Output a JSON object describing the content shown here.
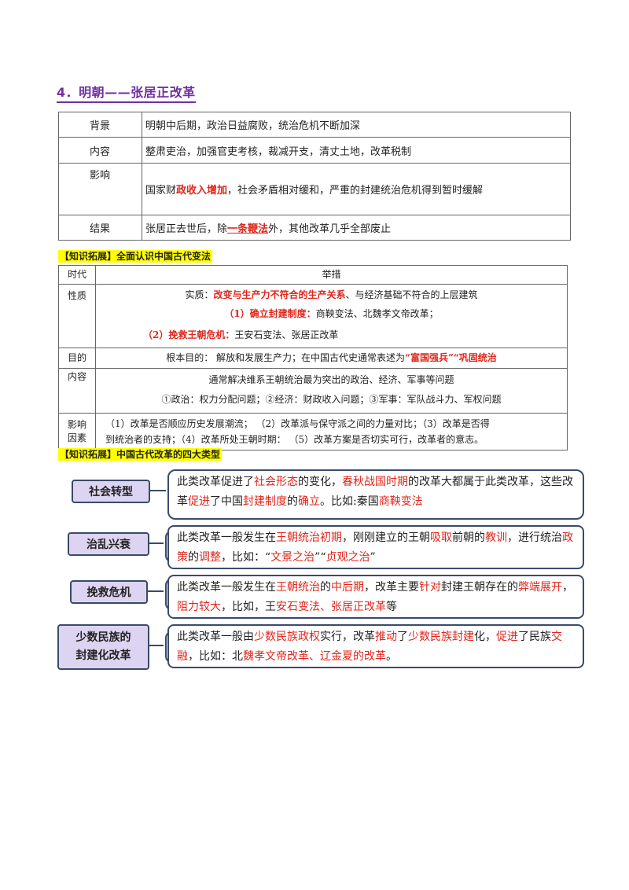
{
  "section_title": "4．明朝——张居正改革",
  "table1": {
    "rows": [
      {
        "key": "背景",
        "value": "明朝中后期，政治日益腐败，统治危机不断加深"
      },
      {
        "key": "内容",
        "value": "整肃吏治，加强官吏考核，裁减开支，清丈土地，改革税制"
      },
      {
        "key": "影响",
        "value_pre": "国家财",
        "value_hl": "政收入增加",
        "value_post": "，社会矛盾相对缓和，严重的封建统治危机得到暂时缓解"
      },
      {
        "key": "结果",
        "value_pre": "张居正去世后，除",
        "value_hl": "一条鞭法",
        "value_post": "外，其他改革几乎全部废止"
      }
    ]
  },
  "tag1": "【知识拓展】全面认识中国古代变法",
  "table2": {
    "header": {
      "col1": "时代",
      "col2": "举措"
    },
    "nature": {
      "key": "性质",
      "l1_pre": "实质：",
      "l1_hl": "改变与生产力不符合的生产关系",
      "l1_post": "、与经济基础不符合的上层建筑",
      "l2_hl": "（1）确立封建制度：",
      "l2_post": "商鞅变法、北魏孝文帝改革；",
      "l3_hl": "（2）挽救王朝危机：",
      "l3_post": "王安石变法、张居正改革"
    },
    "purpose": {
      "key": "目的",
      "pre": "根本目的：  解放和发展生产力；在中国古代史通常表述为",
      "hl1": "“富国强兵”",
      "hl2": "“巩固统治"
    },
    "content": {
      "key": "内容",
      "l1": "通常解决维系王朝统治最为突出的政治、经济、军事等问题",
      "l2": "①政治：权力分配问题；②经济：财政收入问题；③军事：军队战斗力、军权问题"
    },
    "factors": {
      "key1": "影响",
      "key2": "因素",
      "l1": "（1）改革是否顺应历史发展潮流；  （2）改革派与保守派之间的力量对比；（3）改革是否得",
      "l2": "到统治者的支持；（4）改革所处王朝时期：  （5）改革方案是否切实可行，改革者的意志。"
    }
  },
  "tag2": "【知识拓展】中国古代改革的四大类型",
  "diagram": {
    "items": [
      {
        "label": "社会转型"
      },
      {
        "label": "治乱兴衰"
      },
      {
        "label": "挽救危机"
      },
      {
        "label1": "少数民族的",
        "label2": "封建化改革"
      }
    ],
    "text1": {
      "a": "此类改革促进了",
      "b": "社会形态",
      "c": "的变化，",
      "d": "春秋战国时期",
      "e": "的改革大都属于此类改革，这些改革",
      "f": "促进",
      "g": "了中国",
      "h": "封建制度",
      "i": "的",
      "j": "确立",
      "k": "。比如:秦国",
      "l": "商鞅变法"
    },
    "text2": {
      "a": "此类改革一般发生在",
      "b": "王朝统治初期",
      "c": "，刚刚建立的王朝",
      "d": "吸取",
      "e": "前朝的",
      "f": "教训",
      "g": "，进行统治",
      "h": "政策",
      "i": "的",
      "j": "调整",
      "k": "，比如：“",
      "l": "文景之治",
      "m": "”“",
      "n": "贞观之治",
      "o": "”"
    },
    "text3": {
      "a": "此类改革一般发生在",
      "b": "王朝统治",
      "c": "的",
      "d": "中后期",
      "e": "，改革主要",
      "f": "针对",
      "g": "封建王朝存在的",
      "h": "弊端展开",
      "i": "，",
      "j": "阻力较大",
      "k": "，比如，王",
      "l": "安石变法、张居正改革",
      "m": "等"
    },
    "text4": {
      "a": "此类改革一般由",
      "b": "少数民族政权",
      "c": "实行，改革",
      "d": "推动",
      "e": "了",
      "f": "少数民族封建",
      "g": "化，",
      "h": "促进",
      "i": "了民族",
      "j": "交融",
      "k": "，比如：北",
      "l": "魏孝文帝改革、辽金夏的改革",
      "m": "。"
    }
  }
}
